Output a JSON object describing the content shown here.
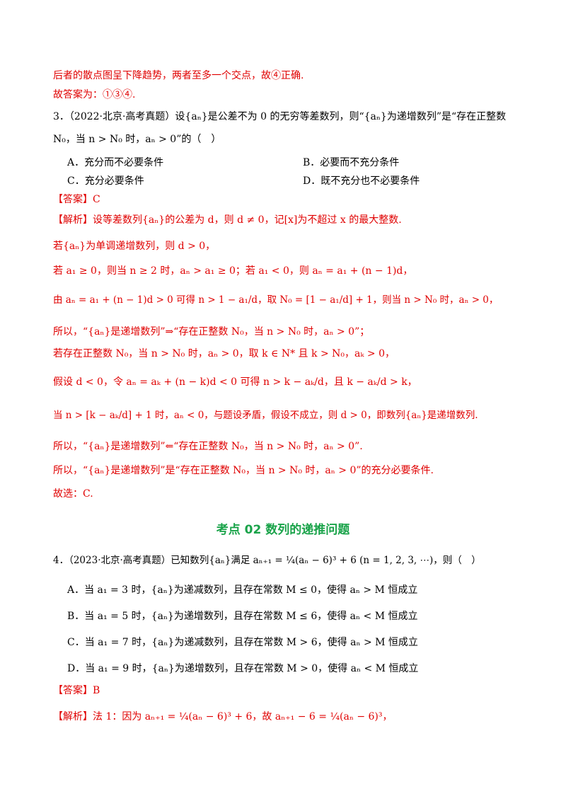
{
  "lines": {
    "l1": "后者的散点图呈下降趋势，两者至多一个交点，故④正确.",
    "l2": "故答案为：①③④.",
    "q3_a": "3．（2022·北京·高考真题）设{aₙ}是公差不为 0 的无穷等差数列，则“{aₙ}为递增数列”是“存在正整数",
    "q3_b": "N₀，当 n > N₀ 时，aₙ > 0”的（　）",
    "q3_optA": "A．充分而不必要条件",
    "q3_optB": "B．必要而不充分条件",
    "q3_optC": "C．充分必要条件",
    "q3_optD": "D．既不充分也不必要条件",
    "q3_answer_tag": "【答案】",
    "q3_answer_val": "C",
    "q3_ana_tag": "【解析】",
    "q3_s1": "设等差数列{aₙ}的公差为 d，则 d ≠ 0，记[x]为不超过 x 的最大整数.",
    "q3_s2": "若{aₙ}为单调递增数列，则 d > 0，",
    "q3_s3": "若 a₁ ≥ 0，则当 n ≥ 2 时，aₙ > a₁ ≥ 0；若 a₁ < 0，则 aₙ = a₁ + (n − 1)d，",
    "q3_s4": "由 aₙ = a₁ + (n − 1)d > 0 可得 n > 1 − a₁/d，取 N₀ = [1 − a₁/d] + 1，则当 n > N₀ 时，aₙ > 0，",
    "q3_s5": "所以，“{aₙ}是递增数列”⇒“存在正整数 N₀，当 n > N₀ 时，aₙ > 0”；",
    "q3_s6": "若存在正整数 N₀，当 n > N₀ 时，aₙ > 0，取 k ∈ N* 且 k > N₀，aₖ > 0，",
    "q3_s7": "假设 d < 0，令 aₙ = aₖ + (n − k)d < 0 可得 n > k − aₖ/d，且 k − aₖ/d > k，",
    "q3_s8": "当 n > [k − aₖ/d] + 1 时，aₙ < 0，与题设矛盾，假设不成立，则 d > 0，即数列{aₙ}是递增数列.",
    "q3_s9": "所以，“{aₙ}是递增数列”⇐“存在正整数 N₀，当 n > N₀ 时，aₙ > 0”.",
    "q3_s10": "所以，“{aₙ}是递增数列”是“存在正整数 N₀，当 n > N₀ 时，aₙ > 0”的充分必要条件.",
    "q3_s11": "故选：C.",
    "heading": "考点 02  数列的递推问题",
    "q4_stem": "4．（2023·北京·高考真题）已知数列{aₙ}满足 aₙ₊₁ = ¼(aₙ − 6)³ + 6 (n = 1, 2, 3, ⋯)，则（　）",
    "q4_optA": "A．当 a₁ = 3 时，{aₙ}为递减数列，且存在常数 M ≤ 0，使得 aₙ > M 恒成立",
    "q4_optB": "B．当 a₁ = 5 时，{aₙ}为递增数列，且存在常数 M ≤ 6，使得 aₙ < M 恒成立",
    "q4_optC": "C．当 a₁ = 7 时，{aₙ}为递减数列，且存在常数 M > 6，使得 aₙ > M 恒成立",
    "q4_optD": "D．当 a₁ = 9 时，{aₙ}为递增数列，且存在常数 M > 0，使得 aₙ < M 恒成立",
    "q4_answer_tag": "【答案】",
    "q4_answer_val": "B",
    "q4_ana_tag": "【解析】",
    "q4_s1": "法 1：因为 aₙ₊₁ = ¼(aₙ − 6)³ + 6，故 aₙ₊₁ − 6 = ¼(aₙ − 6)³，"
  }
}
